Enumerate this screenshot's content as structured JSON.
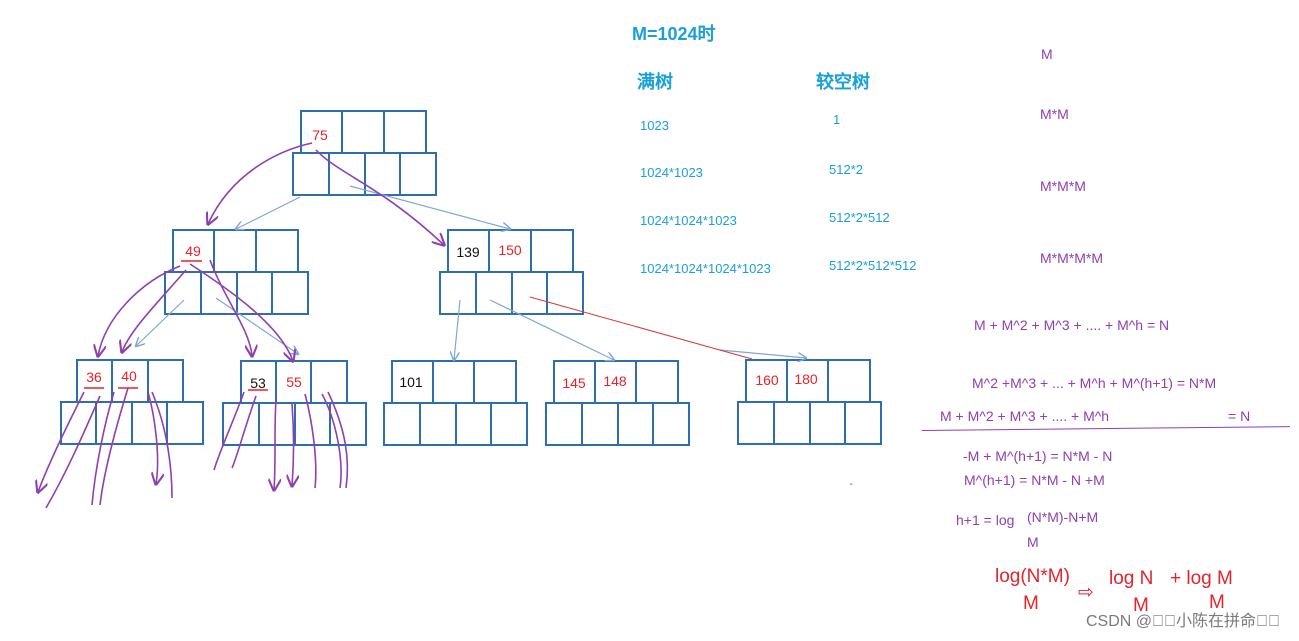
{
  "tree": {
    "colors": {
      "box": "#2e6db0",
      "black_key": "#111111",
      "red_key": "#e6222a",
      "arrow_blue": "#7fa6d6",
      "arrow_purple": "#8e3fb0",
      "arrow_red": "#d63a3a"
    },
    "keys": {
      "root": [
        "75"
      ],
      "l1a": [
        "49"
      ],
      "l1b": [
        "139",
        "150"
      ],
      "l2a": [
        "36",
        "40"
      ],
      "l2b": [
        "53",
        "55"
      ],
      "l2c": [
        "101"
      ],
      "l2d": [
        "145",
        "148"
      ],
      "l2e": [
        "160",
        "180"
      ],
      "bottom_dash": "-"
    }
  },
  "table": {
    "title": "M=1024时",
    "col_full": "满树",
    "col_sparse": "较空树",
    "full_rows": [
      "1023",
      "1024*1023",
      "1024*1024*1023",
      "1024*1024*1024*1023"
    ],
    "sparse_rows": [
      "1",
      "512*2",
      "512*2*512",
      "512*2*512*512"
    ]
  },
  "m_powers": [
    "M",
    "M*M",
    "M*M*M",
    "M*M*M*M"
  ],
  "derivation": {
    "eq1": "M + M^2 + M^3 + .... + M^h = N",
    "eq2": "M^2 +M^3 + ... + M^h + M^(h+1) = N*M",
    "eq3_left": "M + M^2 + M^3 + .... + M^h",
    "eq3_right": "= N",
    "eq4": "-M + M^(h+1) = N*M - N",
    "eq5": "M^(h+1) = N*M - N +M",
    "eq6_pre": "h+1 = log",
    "eq6_arg": "(N*M)-N+M",
    "eq6_base": "M",
    "final_log1": "log(N*M)",
    "final_base1": "M",
    "final_arrow": "⇨",
    "final_log2": "log N",
    "final_base2": "M",
    "final_plus": "+ log M",
    "final_base3": "M"
  },
  "watermark": "CSDN @\u0000\u0000小陈在拼命\u0000\u0000"
}
